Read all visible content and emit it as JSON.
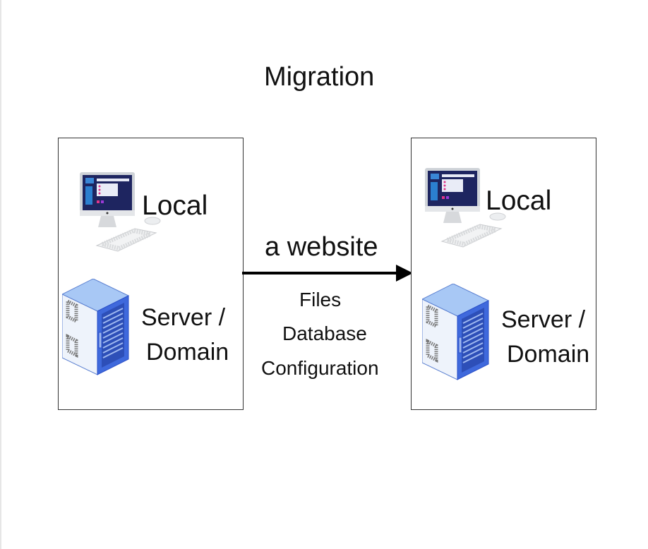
{
  "title": "Migration",
  "source": {
    "local_label": "Local",
    "server_label_line1": "Server /",
    "server_label_line2": "Domain"
  },
  "target": {
    "local_label": "Local",
    "server_label_line1": "Server /",
    "server_label_line2": "Domain"
  },
  "arrow": {
    "label": "a website",
    "items": [
      "Files",
      "Database",
      "Configuration"
    ]
  },
  "colors": {
    "server": "#6b9ee8",
    "server_dark": "#2a4fc9",
    "screen": "#1f2a66"
  }
}
